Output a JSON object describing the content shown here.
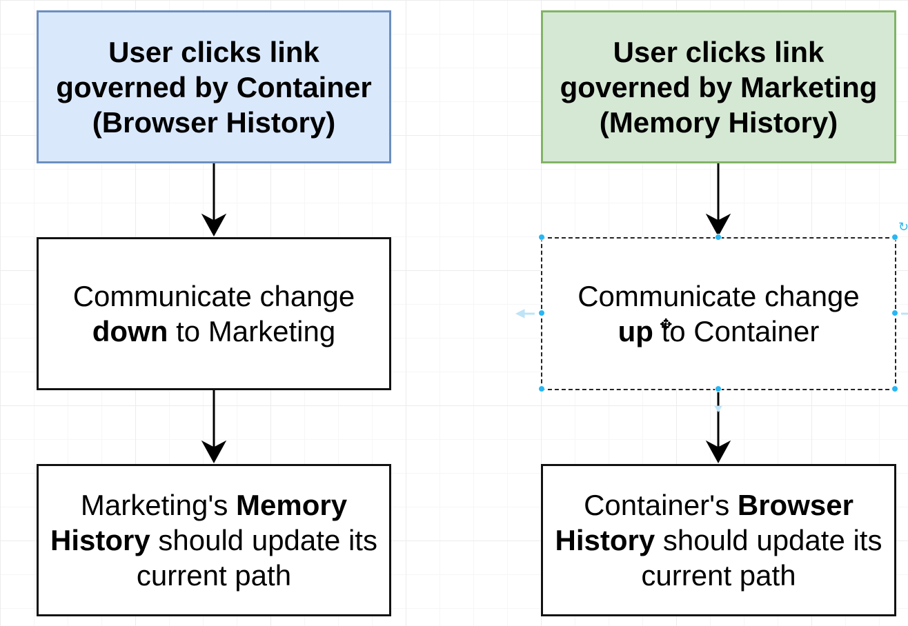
{
  "left_column": {
    "top": {
      "lines": [
        "User clicks link",
        "governed by Container",
        "(Browser History)"
      ]
    },
    "middle": {
      "line1": "Communicate change",
      "line2_bold": "down",
      "line2_rest": " to Marketing"
    },
    "bottom": {
      "line1_plain": "Marketing's ",
      "line1_bold": "Memory",
      "line2_bold": "History",
      "line2_rest": " should update its",
      "line3": "current path"
    }
  },
  "right_column": {
    "top": {
      "lines": [
        "User clicks link",
        "governed by Marketing",
        "(Memory History)"
      ]
    },
    "middle": {
      "line1": "Communicate change",
      "line2_bold": "up",
      "line2_rest": " to Container"
    },
    "bottom": {
      "line1_plain": "Container's ",
      "line1_bold": "Browser",
      "line2_bold": "History",
      "line2_rest": " should update its",
      "line3": "current path"
    }
  },
  "colors": {
    "blue_fill": "#dae8fc",
    "blue_stroke": "#6c8ebf",
    "green_fill": "#d5e8d4",
    "green_stroke": "#82b366",
    "selection": "#29b6f2"
  },
  "icons": {
    "move_cursor": "move-cursor-icon",
    "rotate_handle": "rotate-icon"
  }
}
